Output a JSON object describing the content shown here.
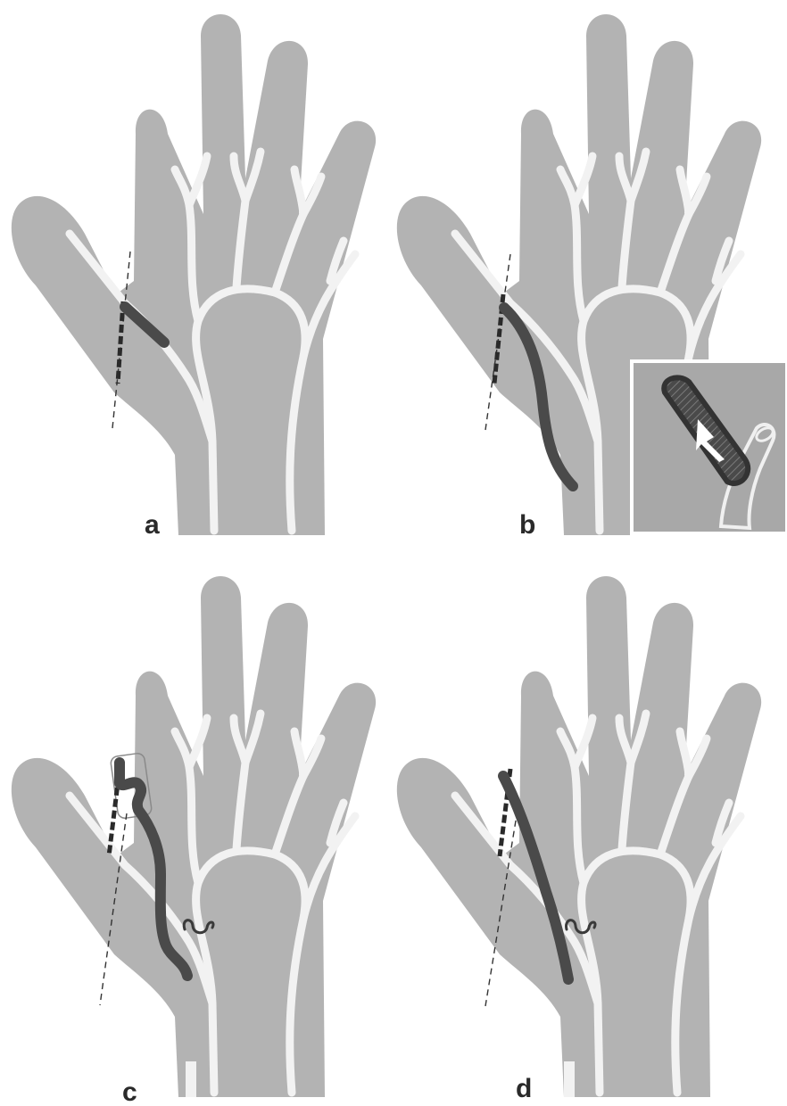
{
  "figure": {
    "colors": {
      "skin": "#b3b3b3",
      "vessel": "#f2f2f2",
      "graft": "#4a4a4a",
      "guide_line": "#333333",
      "background": "#ffffff"
    },
    "panels": [
      {
        "label": "a"
      },
      {
        "label": "b"
      },
      {
        "label": "c"
      },
      {
        "label": "d"
      }
    ]
  }
}
